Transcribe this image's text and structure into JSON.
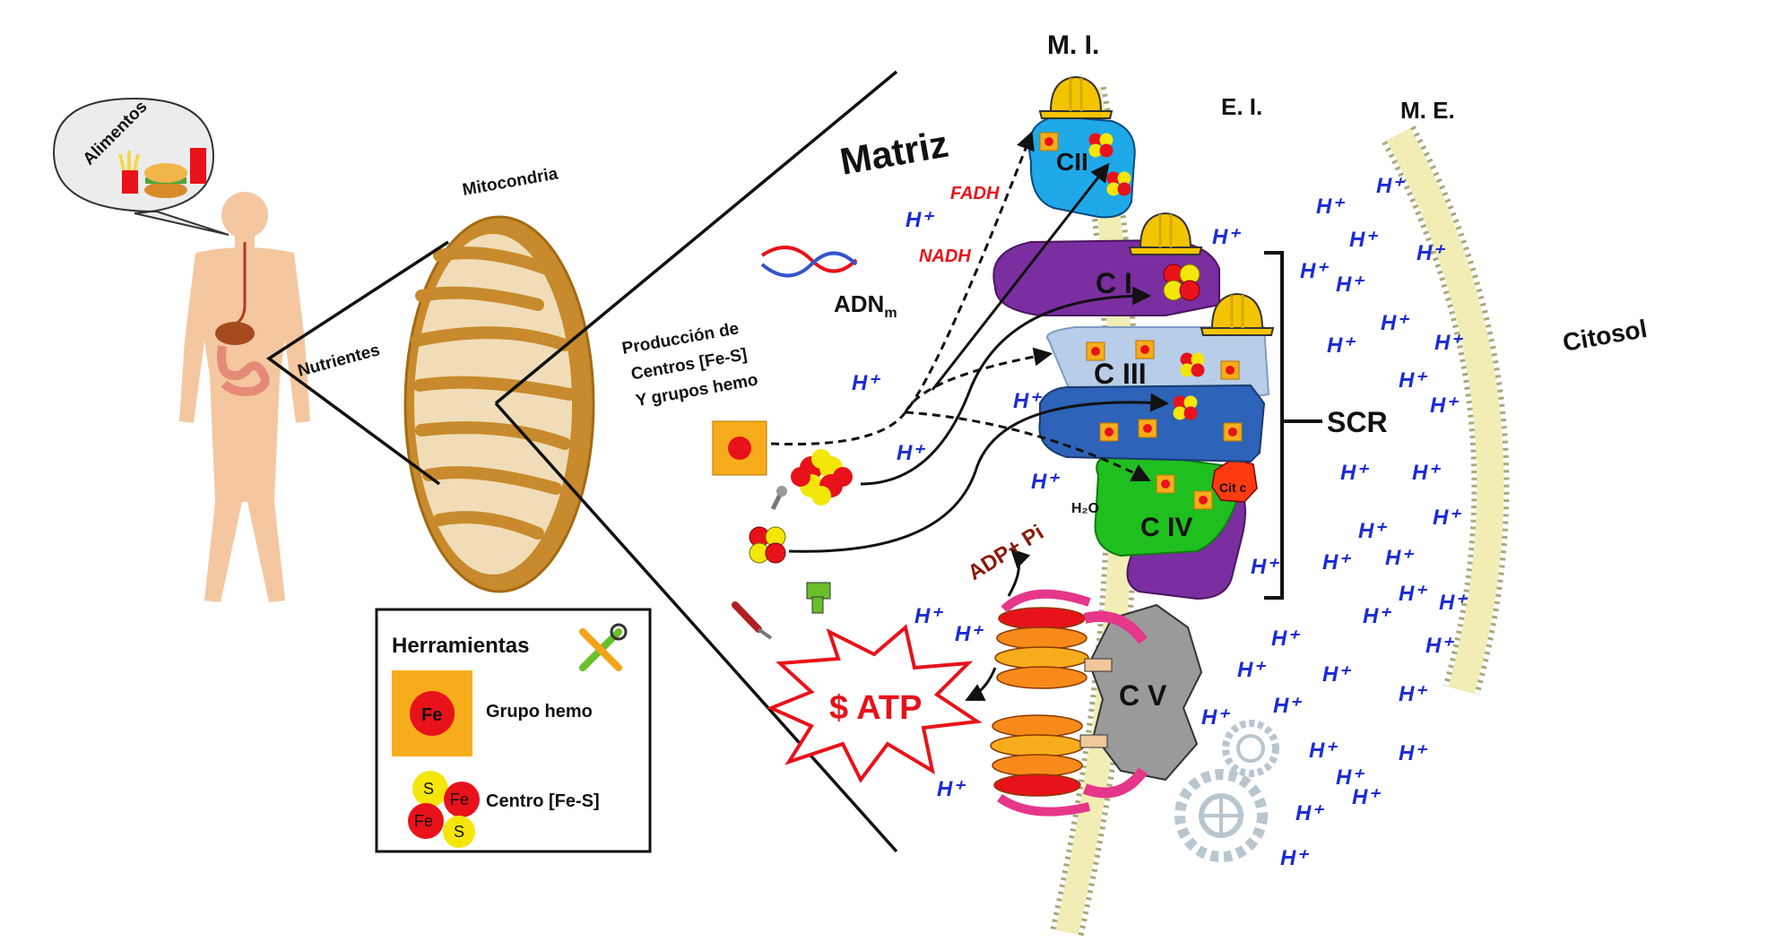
{
  "labels": {
    "alimentos": "Alimentos",
    "mitocondria": "Mitocondria",
    "nutrientes": "Nutrientes",
    "matriz": "Matriz",
    "mi": "M. I.",
    "ei": "E. I.",
    "me": "M. E.",
    "citosol": "Citosol",
    "fadh": "FADH",
    "nadh": "NADH",
    "adn": "ADN",
    "adn_sub": "m",
    "produccion": [
      "Producción de",
      "Centros  [Fe-S]",
      "Y grupos hemo"
    ],
    "cii": "CII",
    "ci": "C I",
    "ciii": "C III",
    "civ": "C IV",
    "cv": "C V",
    "citc": "Cit c",
    "h2o": "H₂O",
    "scr": "SCR",
    "adp": "ADP+ Pi",
    "atp": "$ ATP",
    "hplus": "H⁺"
  },
  "legend": {
    "title": "Herramientas",
    "hemo_label": "Grupo hemo",
    "hemo_symbol": "Fe",
    "fes_label": "Centro [Fe-S]",
    "fes_symbols": [
      "S",
      "Fe",
      "Fe",
      "S"
    ]
  },
  "colors": {
    "cii": "#1fa9e8",
    "ci": "#7b2ea0",
    "ciii_light": "#b7cde8",
    "ciii_dark": "#2d63b8",
    "civ": "#1fbf1f",
    "cv": "#9a9a9a",
    "hplus": "#1b2bd6",
    "cofactor_red": "#e8121a",
    "hemo_orange": "#f7ad1b",
    "helmet": "#f5c400",
    "membrane": "#f1edb4"
  }
}
